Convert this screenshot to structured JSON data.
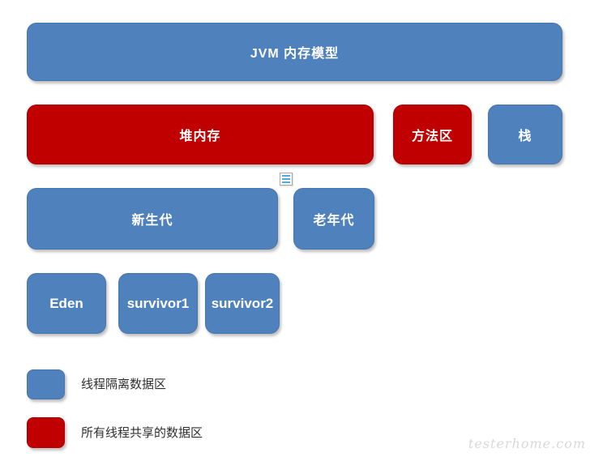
{
  "diagram": {
    "title": "JVM 内存模型",
    "boxes": {
      "jvm_model": {
        "label": "JVM 内存模型",
        "type": "blue"
      },
      "heap": {
        "label": "堆内存",
        "type": "red"
      },
      "method_area": {
        "label": "方法区",
        "type": "red"
      },
      "stack": {
        "label": "栈",
        "type": "blue"
      },
      "young_gen": {
        "label": "新生代",
        "type": "blue"
      },
      "old_gen": {
        "label": "老年代",
        "type": "blue"
      },
      "eden": {
        "label": "Eden",
        "type": "blue"
      },
      "survivor1": {
        "label": "survivor1",
        "type": "blue"
      },
      "survivor2": {
        "label": "survivor2",
        "type": "blue"
      }
    },
    "legend": {
      "thread_isolated": {
        "label": "线程隔离数据区",
        "color": "#4F81BD"
      },
      "thread_shared": {
        "label": "所有线程共享的数据区",
        "color": "#C00000"
      }
    },
    "colors": {
      "blue": "#4F81BD",
      "red": "#C00000",
      "note_icon_lines": "#55a9dc",
      "legend_text": "#303030",
      "watermark_text": "#d9d9d9"
    },
    "note_icon": "notes-icon",
    "watermark": "testerhome.com"
  }
}
